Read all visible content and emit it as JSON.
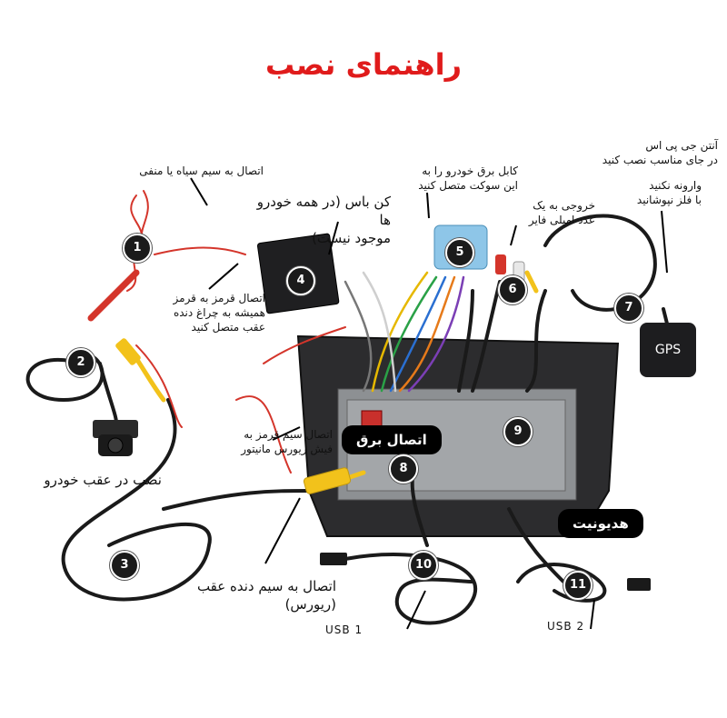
{
  "title": "راهنمای نصب",
  "labels": {
    "black_wire": "اتصال به سیم سیاه یا منفی",
    "canbus": "کن باس (در همه خودرو ها\nموجود نیست)",
    "power_cable": "کابل برق خودرو را به\nاین سوکت متصل کنید",
    "amp_output": "خروجی به یک\nعدد امپلی فایر",
    "gps_antenna": "آنتن جی پی اس\nدر جای مناسب نصب کنید",
    "no_metal": "وارونه نکنید\nبا فلز نپوشانید",
    "red_wire_light": "اتصال قرمز به قرمز\nهمیشه به چراغ دنده\nعقب متصل کنید",
    "red_reverse_monitor": "اتصال سیم قرمز به\nفیش ریورس مانیتور",
    "rear_mount": "نصب در عقب خودرو",
    "reverse_gear": "اتصال به سیم دنده عقب\n(ریورس)"
  },
  "pills": {
    "power": "اتصال برق",
    "headunit": "هدیونیت"
  },
  "usb": {
    "usb1": "USB 1",
    "usb2": "USB 2"
  },
  "gps_label": "GPS",
  "badges": [
    "1",
    "2",
    "3",
    "4",
    "5",
    "6",
    "7",
    "8",
    "9",
    "10",
    "11"
  ],
  "colors": {
    "title": "#e01b1b",
    "wire_red": "#d4352b",
    "wire_yellow": "#f2c21b",
    "cable_black": "#1a1a1a",
    "unit": "#2a2a2c",
    "connector_blue": "#8ec6e8"
  }
}
